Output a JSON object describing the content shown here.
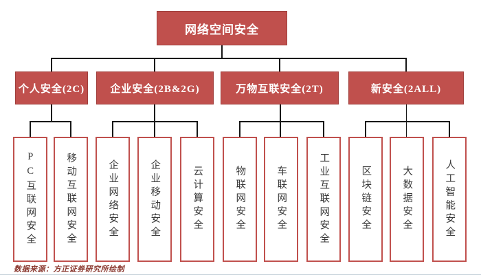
{
  "tree": {
    "root": "网络空间安全",
    "branches": [
      {
        "label": "个人安全(2C)",
        "children": [
          "PC互联网安全",
          "移动互联网安全"
        ]
      },
      {
        "label": "企业安全(2B&2G)",
        "children": [
          "企业网络安全",
          "企业移动安全",
          "云计算安全"
        ]
      },
      {
        "label": "万物互联安全(2T)",
        "children": [
          "物联网安全",
          "车联网安全",
          "工业互联网安全"
        ]
      },
      {
        "label": "新安全(2ALL)",
        "children": [
          "区块链安全",
          "大数据安全",
          "人工智能安全"
        ]
      }
    ]
  },
  "footer": {
    "source_note": "数据来源：方正证券研究所绘制"
  },
  "colors": {
    "node_fill": "#C0504D",
    "leaf_border": "#C0504D",
    "leaf_text": "#3A3A3A",
    "connector": "#161616",
    "source_text": "#8B3A31"
  }
}
